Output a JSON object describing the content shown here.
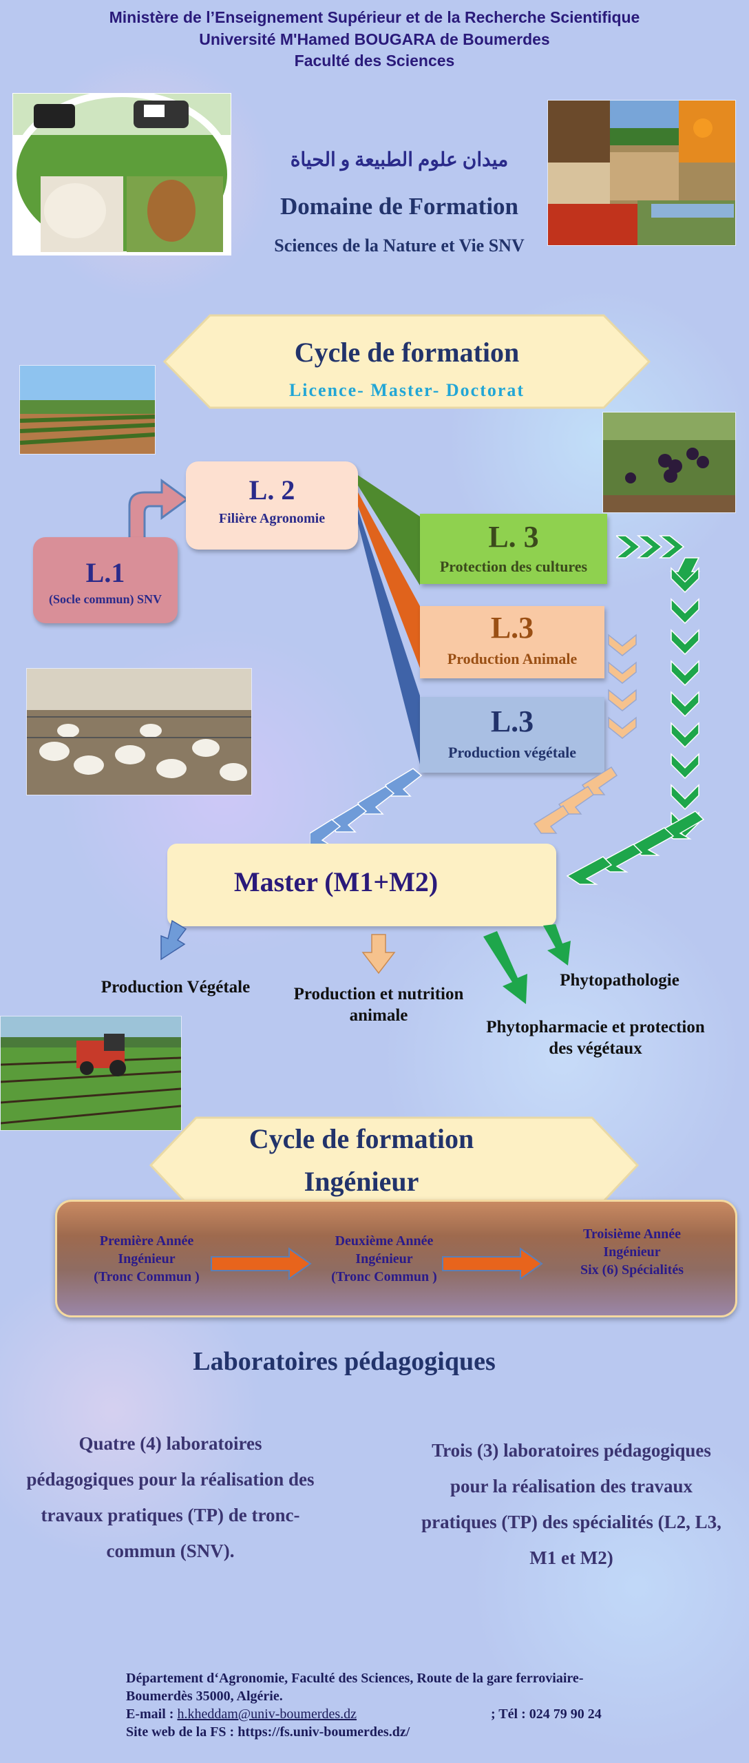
{
  "header": {
    "line1": "Ministère de l’Enseignement Supérieur et de la Recherche Scientifique",
    "line2": "Université M'Hamed BOUGARA de Boumerdes",
    "line3": "Faculté des Sciences"
  },
  "domain": {
    "arabic": "ميدان علوم الطبيعة و الحياة",
    "title": "Domaine de Formation",
    "subtitle": "Sciences de la Nature et Vie SNV"
  },
  "cycle1": {
    "title": "Cycle de formation",
    "subtitle": "Licence-  Master-  Doctorat"
  },
  "licence": {
    "l1": {
      "title": "L.1",
      "subtitle": "(Socle commun) SNV"
    },
    "l2": {
      "title": "L. 2",
      "subtitle": "Filière Agronomie"
    },
    "l3a": {
      "title": "L. 3",
      "subtitle": "Protection des cultures"
    },
    "l3b": {
      "title": "L.3",
      "subtitle": "Production Animale"
    },
    "l3c": {
      "title": "L.3",
      "subtitle": "Production végétale"
    }
  },
  "master": {
    "title": "Master (M1+M2)"
  },
  "outcomes": {
    "vegetale": "Production Végétale",
    "animale": "Production et nutrition animale",
    "phytopatho": "Phytopathologie",
    "phytopharma": "Phytopharmacie et protection des végétaux"
  },
  "cycle2": {
    "title_line1": "Cycle de formation",
    "title_line2": "Ingénieur"
  },
  "engineer": {
    "year1": [
      "Première Année",
      "Ingénieur",
      "(Tronc Commun )"
    ],
    "year2": [
      "Deuxième Année",
      "Ingénieur",
      "(Tronc Commun )"
    ],
    "year3": [
      "Troisième Année",
      "Ingénieur",
      "Six (6) Spécialités"
    ]
  },
  "labs": {
    "title": "Laboratoires pédagogiques",
    "left": [
      "Quatre (4) laboratoires",
      "pédagogiques pour la réalisation des",
      "travaux pratiques (TP) de tronc-",
      "commun (SNV)."
    ],
    "right": [
      "Trois (3) laboratoires pédagogiques",
      "pour la réalisation des travaux",
      "pratiques (TP) des spécialités (L2, L3,",
      "M1 et M2)"
    ]
  },
  "footer": {
    "line1": "Département d‘Agronomie, Faculté des Sciences, Route  de la gare ferroviaire-",
    "line2": "Boumerdès 35000, Algérie.",
    "email_label": "E-mail : ",
    "email": "h.kheddam@univ-boumerdes.dz",
    "tel": ";    Tél : 024 79 90 24",
    "site": "Site web de la FS : https://fs.univ-boumerdes.dz/"
  },
  "colors": {
    "navy": "#22336b",
    "l1": "#d98f98",
    "l2": "#fde0d0",
    "l3a": "#8fd14f",
    "l3b": "#f9c9a4",
    "l3c": "#a9bfe3",
    "master": "#fdf0c4",
    "green_chevron": "#1ea64b",
    "peach_chevron": "#f6c28d",
    "blue_chevron": "#6f9bd8"
  },
  "icons": [
    "chevron-right-icon",
    "chevron-down-icon",
    "chevron-left-icon",
    "curved-arrow-icon",
    "arrow-down-icon",
    "arrow-right-icon"
  ]
}
